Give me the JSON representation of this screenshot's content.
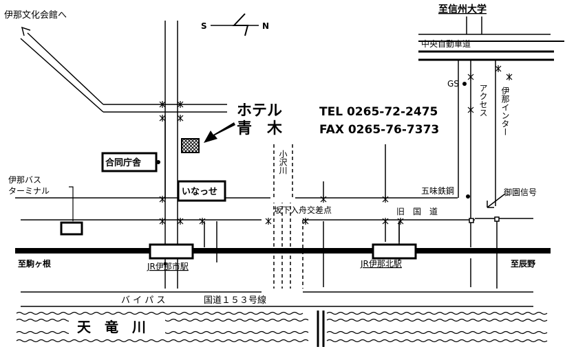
{
  "labels": {
    "culture_hall": "伊那文化会館へ",
    "compass_s": "S",
    "compass_n": "N",
    "shinshu_univ": "至信州大学",
    "expressway": "中央自動車道",
    "gs": "GS",
    "access": "アクセス",
    "ina_ic": "伊那インター",
    "hotel_line1": "ホテル",
    "hotel_line2": "青　木",
    "tel": "TEL 0265-72-2475",
    "fax": "FAX 0265-76-7373",
    "gov_office": "合同庁舎",
    "inasse": "いなっせ",
    "river_small": "小沢川",
    "bus_line1": "伊那バス",
    "bus_line2": "ターミナル",
    "gomi_steel": "五味鉄鋼",
    "misono_signal": "御園信号",
    "sakashita": "坂下入舟交差点",
    "old_route": "旧　国　道",
    "to_komagane": "至駒ヶ根",
    "jr_inashi": "JR伊那市駅",
    "jr_inakita": "JR伊那北駅",
    "to_tatsuno": "至辰野",
    "bypass": "バ イ パ ス",
    "route153": "国道１５３号線",
    "tenryu": "天　竜　川"
  },
  "colors": {
    "ink": "#000000",
    "background": "#ffffff"
  }
}
